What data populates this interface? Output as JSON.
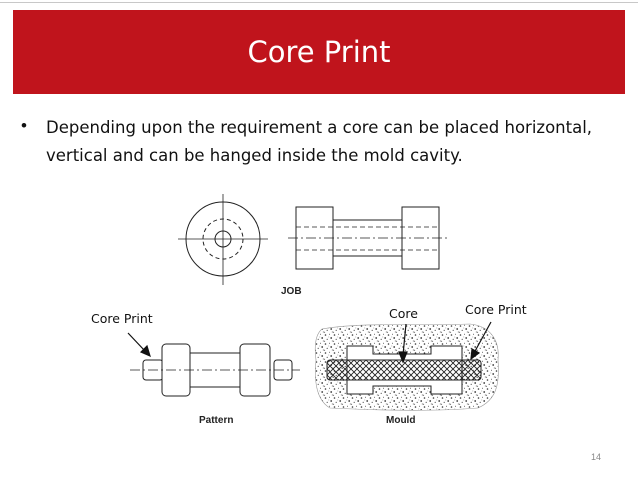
{
  "slide": {
    "title": "Core Print",
    "bullet": "Depending upon the requirement a core can be placed horizontal, vertical and can be hanged inside the mold cavity.",
    "page_number": "14"
  },
  "figure": {
    "job_caption": "JOB",
    "pattern_caption": "Pattern",
    "mould_caption": "Mould",
    "label_core_print_left": "Core Print",
    "label_core": "Core",
    "label_core_print_right": "Core Print"
  },
  "colors": {
    "title_bar": "#c0141c",
    "title_text": "#ffffff"
  }
}
